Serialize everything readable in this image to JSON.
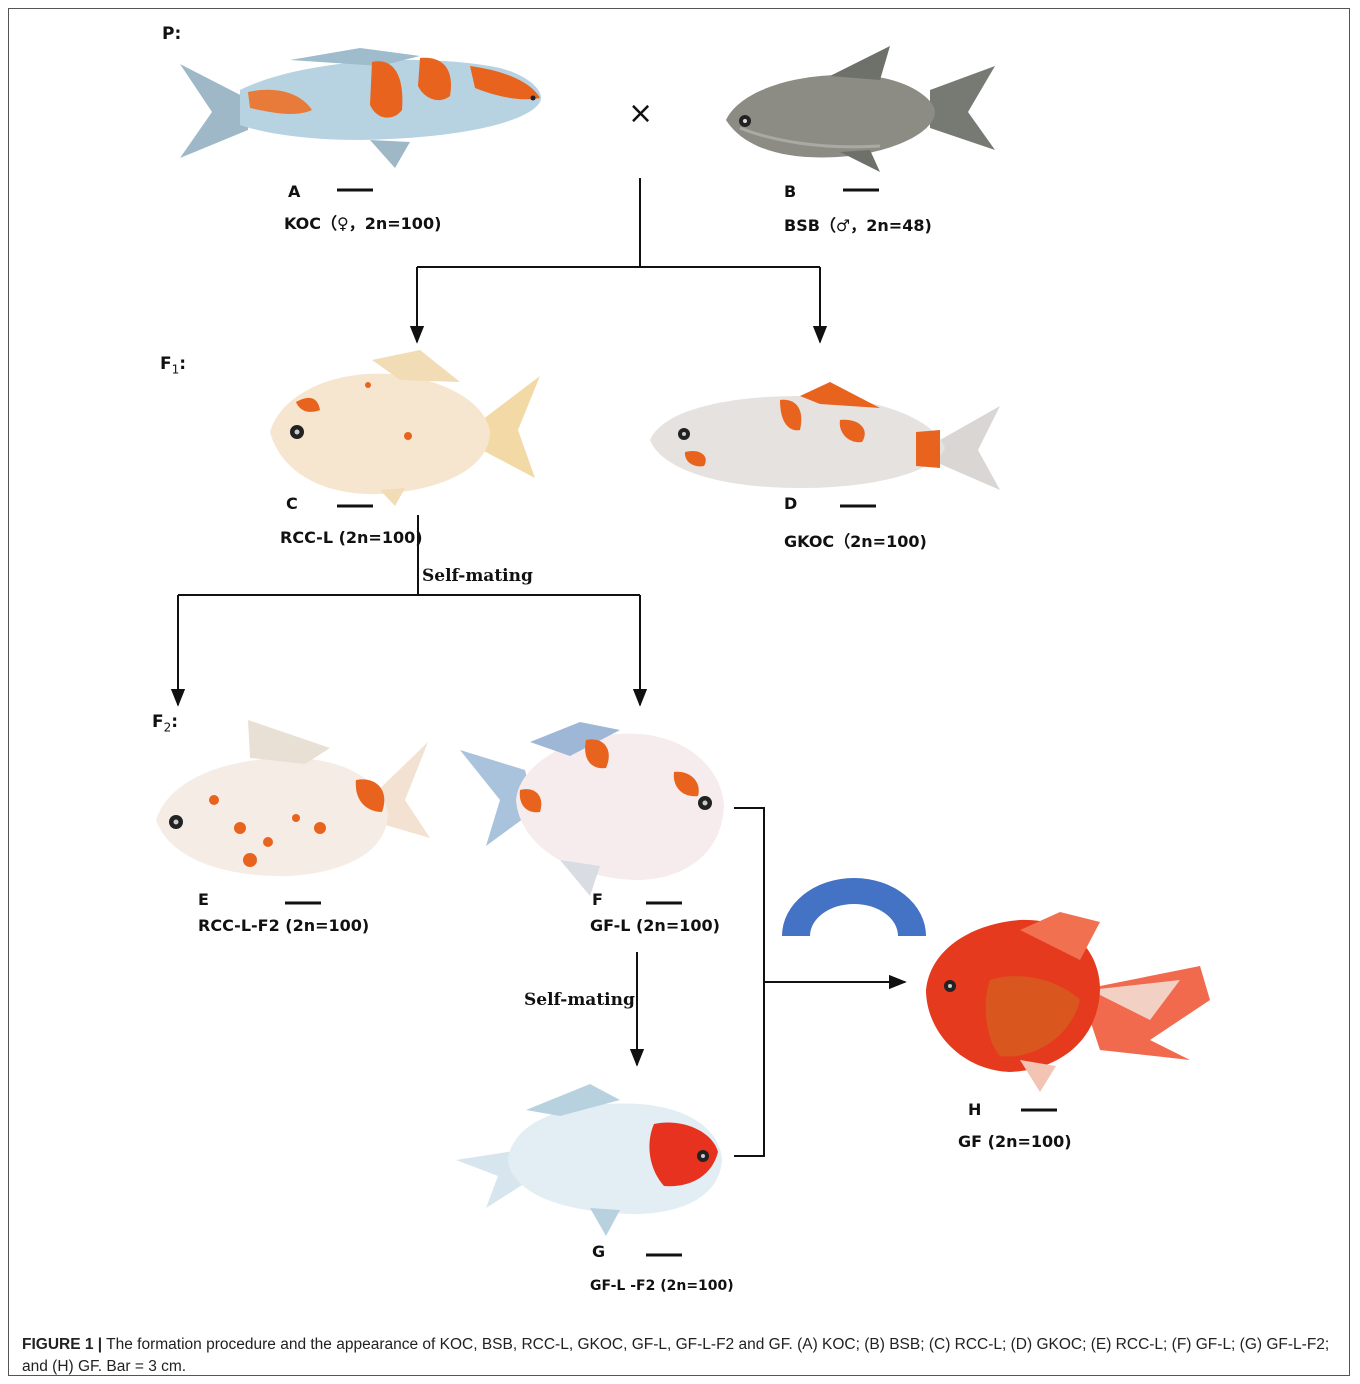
{
  "generations": {
    "p": "P:",
    "f1": "F1:",
    "f2": "F2:"
  },
  "cross_symbol": "×",
  "self_mating_1": "Self-mating",
  "self_mating_2": "Self-mating",
  "panels": [
    {
      "letter": "A",
      "label": "KOC（♀，2n=100)"
    },
    {
      "letter": "B",
      "label": "BSB（♂，2n=48)"
    },
    {
      "letter": "C",
      "label": "RCC-L (2n=100)"
    },
    {
      "letter": "D",
      "label": "GKOC（2n=100)"
    },
    {
      "letter": "E",
      "label": "RCC-L-F2 (2n=100)"
    },
    {
      "letter": "F",
      "label": "GF-L (2n=100)"
    },
    {
      "letter": "G",
      "label": "GF-L -F2 (2n=100)"
    },
    {
      "letter": "H",
      "label": "GF (2n=100)"
    }
  ],
  "caption": {
    "figure_label": "FIGURE 1 |",
    "text": " The formation procedure and the appearance of KOC, BSB, RCC-L, GKOC, GF-L, GF-L-F2 and GF. (A) KOC; (B) BSB; (C) RCC-L; (D) GKOC; (E) RCC-L; (F) GF-L; (G) GF-L-F2; and (H) GF. Bar = 3 cm."
  },
  "colors": {
    "line": "#111111",
    "arch": "#4472c4",
    "koi_orange": "#e8641e",
    "silver": "#8c8c84",
    "goldfish_red": "#e6321e"
  }
}
